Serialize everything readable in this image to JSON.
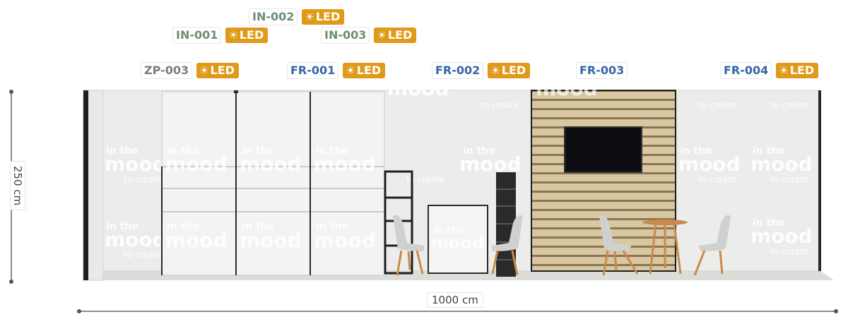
{
  "labels": [
    {
      "id": "in-002",
      "code": "IN-002",
      "tone": "green",
      "led": "LED"
    },
    {
      "id": "in-001",
      "code": "IN-001",
      "tone": "green",
      "led": "LED"
    },
    {
      "id": "in-003",
      "code": "IN-003",
      "tone": "green",
      "led": "LED"
    },
    {
      "id": "zp-003",
      "code": "ZP-003",
      "tone": "grey",
      "led": "LED"
    },
    {
      "id": "fr-001",
      "code": "FR-001",
      "tone": "blue",
      "led": "LED"
    },
    {
      "id": "fr-002",
      "code": "FR-002",
      "tone": "blue",
      "led": "LED"
    },
    {
      "id": "fr-003",
      "code": "FR-003",
      "tone": "blue",
      "led": null
    },
    {
      "id": "fr-004",
      "code": "FR-004",
      "tone": "blue",
      "led": "LED"
    }
  ],
  "dimensions": {
    "height": "250 cm",
    "width": "1000 cm"
  },
  "watermark": {
    "line1": "in the",
    "line2": "mood",
    "line3": "to create"
  },
  "colors": {
    "led_badge": "#e09a19",
    "wall": "#ebebe9",
    "slats": "#d6c29c",
    "frame": "#222222"
  }
}
